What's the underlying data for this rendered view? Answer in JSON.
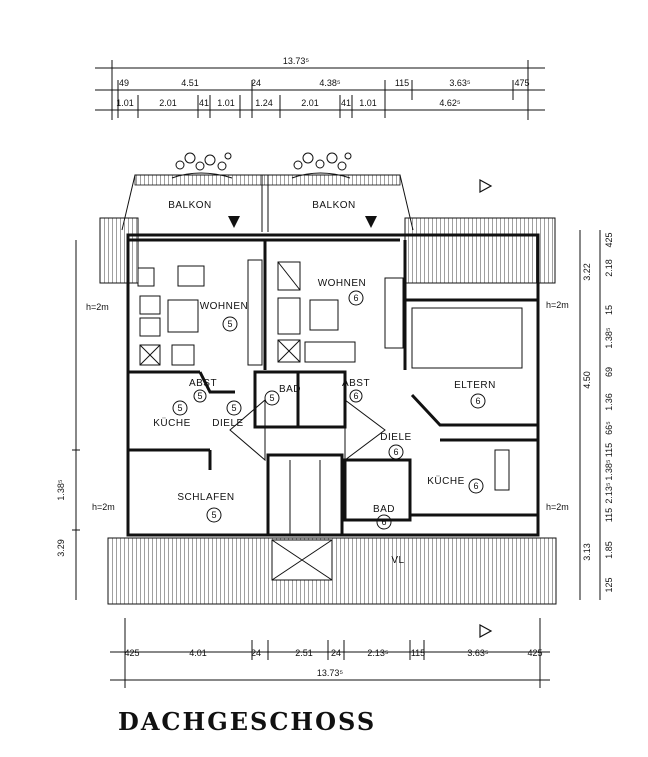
{
  "title": "DACHGESCHOSS",
  "colors": {
    "ink": "#111111",
    "paper": "#ffffff"
  },
  "dimensions": {
    "top_overall": "13.73⁵",
    "top_row1": [
      "49",
      "4.51",
      "24",
      "4.38⁵",
      "115",
      "3.63⁵",
      "475"
    ],
    "top_row2": [
      "1.01",
      "2.01",
      "41",
      "1.01",
      "1.24",
      "2.01",
      "41",
      "1.01",
      "4.62⁵"
    ],
    "bottom_row": [
      "425",
      "4.01",
      "24",
      "2.51",
      "24",
      "2.13⁵",
      "115",
      "3.63⁵",
      "425"
    ],
    "bottom_overall": "13.73⁵",
    "right_col": [
      "425",
      "3.22",
      "2.18",
      "15",
      "1.38⁵",
      "69",
      "4.50",
      "1.36",
      "66⁵",
      "115",
      "1.38⁵",
      "2.13⁵",
      "115",
      "3.13",
      "1.85",
      "125"
    ],
    "left": [
      "h=2m",
      "1.38⁵",
      "h=2m",
      "3.29"
    ],
    "right_h": [
      "h=2m",
      "h=2m"
    ]
  },
  "rooms": {
    "balkon_left": "BALKON",
    "balkon_right": "BALKON",
    "wohnen_left": "WOHNEN",
    "wohnen_right": "WOHNEN",
    "eltern": "ELTERN",
    "kueche_left": "KÜCHE",
    "diele_left": "DIELE",
    "diele_right": "DIELE",
    "kueche_right": "KÜCHE",
    "schlafen": "SCHLAFEN",
    "bad_left": "BAD",
    "bad_right": "BAD",
    "abst_left": "ABST",
    "abst_right": "ABST",
    "vl": "VL"
  },
  "markers": {
    "wohnen_left": "5",
    "wohnen_right": "6",
    "eltern": "6",
    "kueche_left": "5",
    "diele_left": "5",
    "diele_right": "6",
    "kueche_right": "6",
    "schlafen": "5",
    "bad_left": "5",
    "bad_right": "6",
    "abst_left": "5",
    "abst_right": "6"
  }
}
